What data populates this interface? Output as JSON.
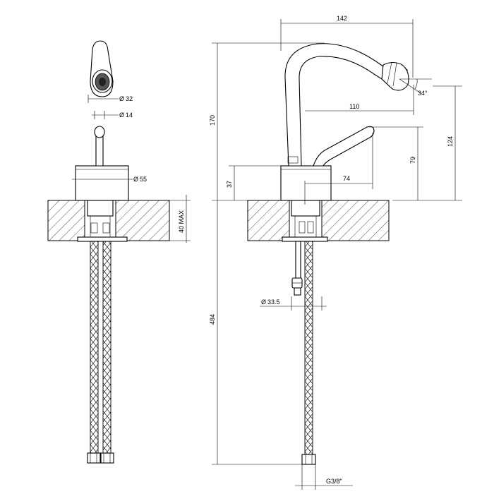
{
  "dimensions": {
    "d32": "32",
    "d14": "14",
    "d55": "55",
    "max40": "40 MAX",
    "h170": "170",
    "h484": "484",
    "w142": "142",
    "a34": "34°",
    "w110": "110",
    "h124": "124",
    "h79": "79",
    "h37": "37",
    "w74": "74",
    "d33_5": "33.5",
    "g3_8": "G3/8\""
  },
  "symbols": {
    "diameter": "Ø"
  }
}
